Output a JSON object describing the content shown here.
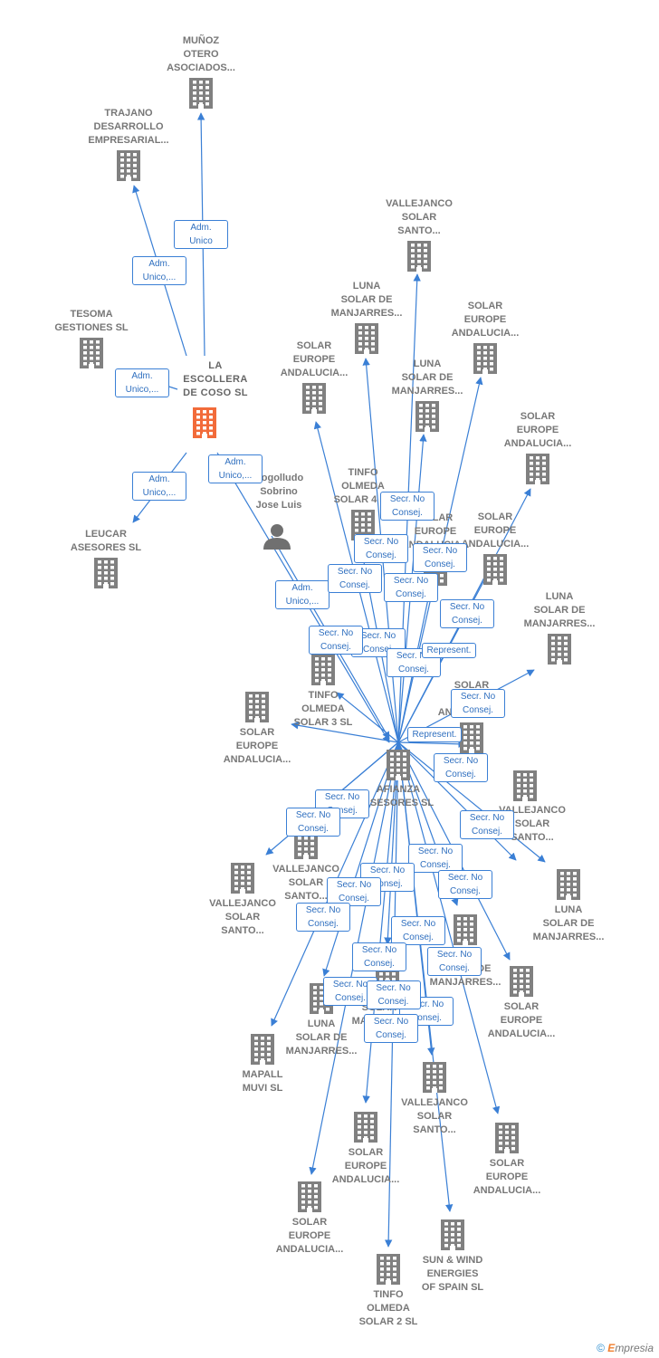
{
  "colors": {
    "edge": "#3a7fd5",
    "building": "#808080",
    "building_highlight": "#f26b3a",
    "person": "#707070",
    "label": "#777777"
  },
  "center": "afianza",
  "nodes": [
    {
      "id": "munoz",
      "label": "MUÑOZ\nOTERO\nASOCIADOS...",
      "type": "company"
    },
    {
      "id": "trajano",
      "label": "TRAJANO\nDESARROLLO\nEMPRESARIAL...",
      "type": "company"
    },
    {
      "id": "tesoma",
      "label": "TESOMA\nGESTIONES SL",
      "type": "company"
    },
    {
      "id": "laescollera",
      "label": "LA\nESCOLLERA\nDE COSO SL",
      "type": "company",
      "highlight": true
    },
    {
      "id": "leucar",
      "label": "LEUCAR\nASESORES SL",
      "type": "company"
    },
    {
      "id": "person",
      "label": "Cogolludo\nSobrino\nJose Luis",
      "type": "person"
    },
    {
      "id": "vs1",
      "label": "VALLEJANCO\nSOLAR\nSANTO...",
      "type": "company"
    },
    {
      "id": "luna1",
      "label": "LUNA\nSOLAR DE\nMANJARRES...",
      "type": "company"
    },
    {
      "id": "se1",
      "label": "SOLAR\nEUROPE\nANDALUCIA...",
      "type": "company"
    },
    {
      "id": "se2",
      "label": "SOLAR\nEUROPE\nANDALUCIA...",
      "type": "company"
    },
    {
      "id": "luna2",
      "label": "LUNA\nSOLAR DE\nMANJARRES...",
      "type": "company"
    },
    {
      "id": "se3",
      "label": "SOLAR\nEUROPE\nANDALUCIA...",
      "type": "company"
    },
    {
      "id": "tinfo4",
      "label": "TINFO\nOLMEDA\nSOLAR 4 SL",
      "type": "company"
    },
    {
      "id": "se4",
      "label": "SOLAR\nEUROPE\nANDALUCIA...",
      "type": "company"
    },
    {
      "id": "se5",
      "label": "SOLAR\nEUROPE\nANDALUCIA...",
      "type": "company"
    },
    {
      "id": "luna3",
      "label": "LUNA\nSOLAR DE\nMANJARRES...",
      "type": "company"
    },
    {
      "id": "tinfo3",
      "label": "TINFO\nOLMEDA\nSOLAR 3 SL",
      "type": "company"
    },
    {
      "id": "se6",
      "label": "SOLAR\nEUROPE\nANDALUCIA...",
      "type": "company"
    },
    {
      "id": "se7",
      "label": "SOLAR\nEUROPE\nANDALUCIA...",
      "type": "company"
    },
    {
      "id": "vs2",
      "label": "VALLEJANCO\nSOLAR\nSANTO...",
      "type": "company"
    },
    {
      "id": "afianza",
      "label": "AFIANZA\nASESORES SL",
      "type": "company"
    },
    {
      "id": "vs3",
      "label": "VALLEJANCO\nSOLAR\nSANTO...",
      "type": "company"
    },
    {
      "id": "vs4",
      "label": "VALLEJANCO\nSOLAR\nSANTO...",
      "type": "company"
    },
    {
      "id": "luna4",
      "label": "LUNA\nSOLAR DE\nMANJARRES...",
      "type": "company"
    },
    {
      "id": "luna5",
      "label": "LUNA\nSOLAR DE\nMANJARRES...",
      "type": "company"
    },
    {
      "id": "se8",
      "label": "SOLAR\nEUROPE\nANDALUCIA...",
      "type": "company"
    },
    {
      "id": "luna6",
      "label": "LUNA\nSOLAR DE\nMANJARRES...",
      "type": "company"
    },
    {
      "id": "mapall",
      "label": "MAPALL\nMUVI SL",
      "type": "company"
    },
    {
      "id": "luna7",
      "label": "LUNA\nSOLAR DE\nMANJARRES...",
      "type": "company"
    },
    {
      "id": "vs5",
      "label": "VALLEJANCO\nSOLAR\nSANTO...",
      "type": "company"
    },
    {
      "id": "se9",
      "label": "SOLAR\nEUROPE\nANDALUCIA...",
      "type": "company"
    },
    {
      "id": "se10",
      "label": "SOLAR\nEUROPE\nANDALUCIA...",
      "type": "company"
    },
    {
      "id": "se11",
      "label": "SOLAR\nEUROPE\nANDALUCIA...",
      "type": "company"
    },
    {
      "id": "sunwind",
      "label": "SUN & WIND\nENERGIES\nOF SPAIN SL",
      "type": "company"
    },
    {
      "id": "tinfo2",
      "label": "TINFO\nOLMEDA\nSOLAR 2 SL",
      "type": "company"
    }
  ],
  "edges": [
    {
      "from": "laescollera",
      "to": "munoz",
      "label": "Adm.\nUnico"
    },
    {
      "from": "laescollera",
      "to": "trajano",
      "label": "Adm.\nUnico,..."
    },
    {
      "from": "laescollera",
      "to": "tesoma",
      "label": "Adm.\nUnico,..."
    },
    {
      "from": "laescollera",
      "to": "leucar",
      "label": "Adm.\nUnico,..."
    },
    {
      "from": "laescollera",
      "to": "afianza",
      "label": "Adm.\nUnico,..."
    },
    {
      "from": "person",
      "to": "afianza",
      "label": "Adm.\nUnico,..."
    },
    {
      "from": "afianza",
      "to": "vs1",
      "label": "Secr. No\nConsej."
    },
    {
      "from": "afianza",
      "to": "luna1",
      "label": "Secr. No\nConsej."
    },
    {
      "from": "afianza",
      "to": "se1",
      "label": "Secr. No\nConsej."
    },
    {
      "from": "afianza",
      "to": "se2",
      "label": "Secr. No\nConsej."
    },
    {
      "from": "afianza",
      "to": "luna2",
      "label": "Secr. No\nConsej."
    },
    {
      "from": "afianza",
      "to": "se3",
      "label": "Secr. No\nConsej."
    },
    {
      "from": "afianza",
      "to": "tinfo4",
      "label": "Secr. No\nConsej."
    },
    {
      "from": "afianza",
      "to": "se4",
      "label": "Secr. No\nConsej."
    },
    {
      "from": "afianza",
      "to": "se5",
      "label": "Secr. No\nConsej."
    },
    {
      "from": "afianza",
      "to": "luna3",
      "label": "Secr. No\nConsej."
    },
    {
      "from": "afianza",
      "to": "tinfo3",
      "label": "Represent."
    },
    {
      "from": "afianza",
      "to": "se6",
      "label": "Represent."
    },
    {
      "from": "afianza",
      "to": "se7",
      "label": "Secr. No\nConsej."
    },
    {
      "from": "afianza",
      "to": "vs2",
      "label": "Secr. No\nConsej."
    },
    {
      "from": "afianza",
      "to": "vs3",
      "label": "Secr. No\nConsej."
    },
    {
      "from": "afianza",
      "to": "vs4",
      "label": "Secr. No\nConsej."
    },
    {
      "from": "afianza",
      "to": "luna4",
      "label": "Secr. No\nConsej."
    },
    {
      "from": "afianza",
      "to": "luna5",
      "label": "Secr. No\nConsej."
    },
    {
      "from": "afianza",
      "to": "se8",
      "label": "Secr. No\nConsej."
    },
    {
      "from": "afianza",
      "to": "luna6",
      "label": "Secr. No\nConsej."
    },
    {
      "from": "afianza",
      "to": "mapall",
      "label": "Secr. No\nConsej."
    },
    {
      "from": "afianza",
      "to": "luna7",
      "label": "Secr. No\nConsej."
    },
    {
      "from": "afianza",
      "to": "vs5",
      "label": "Secr. No\nConsej."
    },
    {
      "from": "afianza",
      "to": "se9",
      "label": "Secr. No\nConsej."
    },
    {
      "from": "afianza",
      "to": "se10",
      "label": "Secr. No\nConsej."
    },
    {
      "from": "afianza",
      "to": "se11",
      "label": "Secr. No\nConsej."
    },
    {
      "from": "afianza",
      "to": "sunwind",
      "label": "Secr. No\nConsej."
    },
    {
      "from": "afianza",
      "to": "tinfo2",
      "label": "Secr. No\nConsej."
    }
  ],
  "footer": {
    "copyright": "©",
    "brand_initial": "E",
    "brand_rest": "mpresia"
  }
}
